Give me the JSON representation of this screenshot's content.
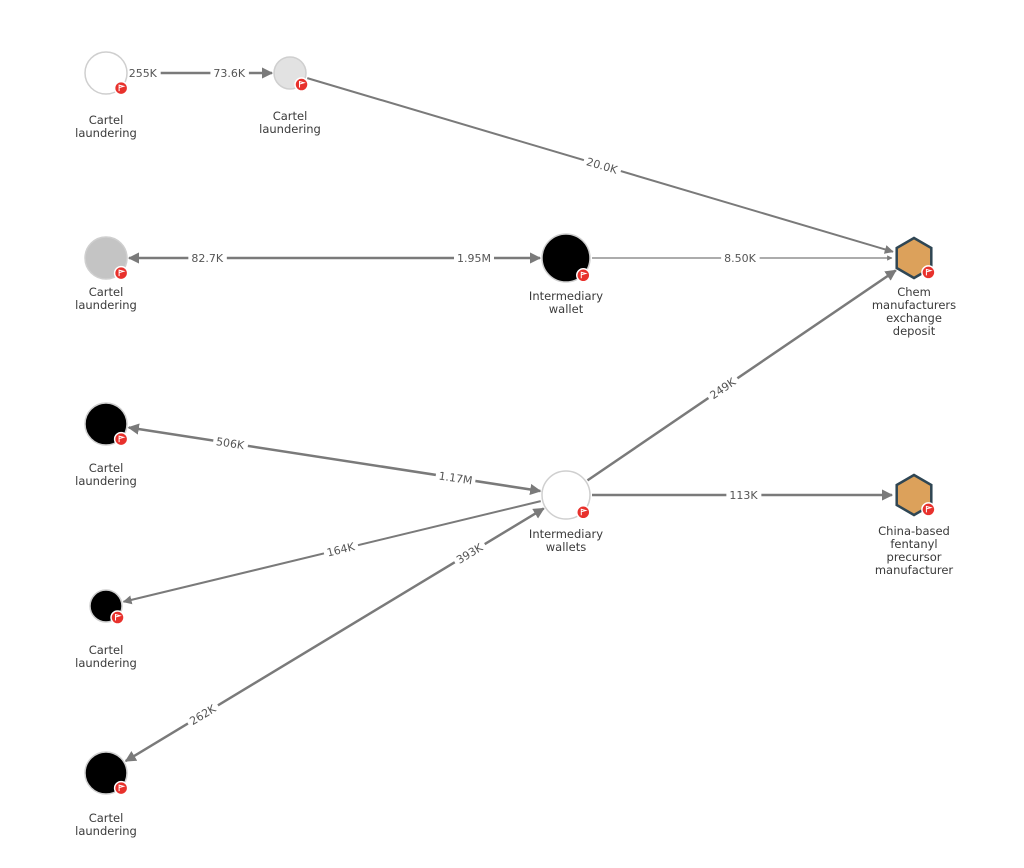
{
  "colors": {
    "edge": "#7a7a7a",
    "hex_fill": "#dca15b",
    "hex_stroke": "#2f4654",
    "badge": "#e8312c",
    "white_fill": "#ffffff",
    "light_gray_fill": "#e2e2e2",
    "mid_gray_fill": "#c4c4c4",
    "black_fill": "#000000"
  },
  "nodes": [
    {
      "id": "n1",
      "label": [
        "Cartel",
        "laundering"
      ],
      "shape": "circle",
      "fill": "white_fill",
      "icon": "flag-badge-icon"
    },
    {
      "id": "n2",
      "label": [
        "Cartel",
        "laundering"
      ],
      "shape": "circle",
      "fill": "light_gray_fill",
      "icon": "flag-badge-icon"
    },
    {
      "id": "n3",
      "label": [
        "Cartel",
        "laundering"
      ],
      "shape": "circle",
      "fill": "mid_gray_fill",
      "icon": "flag-badge-icon"
    },
    {
      "id": "n4",
      "label": [
        "Intermediary",
        "wallet"
      ],
      "shape": "circle",
      "fill": "black_fill",
      "icon": "flag-badge-icon"
    },
    {
      "id": "n5",
      "label": [
        "Chem",
        "manufacturers",
        "exchange",
        "deposit"
      ],
      "shape": "hexagon",
      "fill": "hex_fill",
      "icon": "flag-badge-icon"
    },
    {
      "id": "n6",
      "label": [
        "Cartel",
        "laundering"
      ],
      "shape": "circle",
      "fill": "black_fill",
      "icon": "flag-badge-icon"
    },
    {
      "id": "n7",
      "label": [
        "Intermediary",
        "wallets"
      ],
      "shape": "circle",
      "fill": "white_fill",
      "icon": "flag-badge-icon"
    },
    {
      "id": "n8",
      "label": [
        "China-based",
        "fentanyl",
        "precursor",
        "manufacturer"
      ],
      "shape": "hexagon",
      "fill": "hex_fill",
      "icon": "flag-badge-icon"
    },
    {
      "id": "n9",
      "label": [
        "Cartel",
        "laundering"
      ],
      "shape": "circle",
      "fill": "black_fill",
      "icon": "flag-badge-icon"
    },
    {
      "id": "n10",
      "label": [
        "Cartel",
        "laundering"
      ],
      "shape": "circle",
      "fill": "black_fill",
      "icon": "flag-badge-icon"
    }
  ],
  "edges": [
    {
      "id": "e1",
      "from": "n2",
      "to": "n1",
      "weight": "thick",
      "labels": [
        {
          "text": "255K"
        },
        {
          "text": "73.6K"
        }
      ],
      "arrow_start": true,
      "arrow_end": true
    },
    {
      "id": "e2",
      "from": "n2",
      "to": "n5",
      "weight": "normal",
      "labels": [
        {
          "text": "20.0K"
        }
      ],
      "arrow_end": true
    },
    {
      "id": "e3",
      "from": "n4",
      "to": "n3",
      "weight": "thick",
      "labels": [
        {
          "text": "82.7K"
        },
        {
          "text": "1.95M"
        }
      ],
      "arrow_start": true,
      "arrow_end": true
    },
    {
      "id": "e4",
      "from": "n4",
      "to": "n5",
      "weight": "thin",
      "labels": [
        {
          "text": "8.50K"
        }
      ],
      "arrow_end": true
    },
    {
      "id": "e5",
      "from": "n6",
      "to": "n7",
      "weight": "thick",
      "labels": [
        {
          "text": "1.17M"
        },
        {
          "text": "506K"
        }
      ],
      "arrow_start": true,
      "arrow_end": true
    },
    {
      "id": "e6",
      "from": "n7",
      "to": "n5",
      "weight": "thick",
      "labels": [
        {
          "text": "249K"
        }
      ],
      "arrow_end": true
    },
    {
      "id": "e7",
      "from": "n7",
      "to": "n8",
      "weight": "thick",
      "labels": [
        {
          "text": "113K"
        }
      ],
      "arrow_end": true
    },
    {
      "id": "e8",
      "from": "n7",
      "to": "n9",
      "weight": "normal",
      "labels": [
        {
          "text": "164K"
        }
      ],
      "arrow_end": true
    },
    {
      "id": "e9",
      "from": "n10",
      "to": "n7",
      "weight": "thick",
      "labels": [
        {
          "text": "393K"
        },
        {
          "text": "262K"
        }
      ],
      "arrow_start": true,
      "arrow_end": true
    }
  ]
}
